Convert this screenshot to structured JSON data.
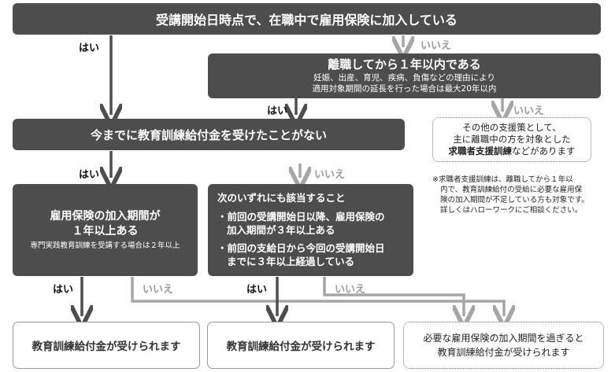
{
  "top": {
    "question": "受講開始日時点で、在職中で雇用保険に加入している"
  },
  "left_branch": {
    "yes_label": "はい"
  },
  "right_branch": {
    "no_label": "いいえ",
    "question_title": "離職してから１年以内である",
    "question_note_line1": "妊娠、出産、育児、疾病、負傷などの理由により",
    "question_note_line2": "適用対象期間の延長を行った場合は最大20年以内",
    "yes_label": "はい",
    "no_label_2": "いいえ"
  },
  "other_support": {
    "line1": "その他の支援策として、",
    "line2": "主に離職中の方を対象とした",
    "line3_bold": "求職者支援訓練",
    "line3_rest": "などがあります"
  },
  "footnote": {
    "line1": "※求職者支援訓練は、離職してから１年以",
    "line2": "内で、教育訓練給付の受給に必要な雇用保",
    "line3": "険の加入期間が不足している方も対象です。",
    "line4": "詳しくはハローワークにご相談ください。"
  },
  "middle": {
    "question": "今までに教育訓練給付金を受けたことがない",
    "yes_label": "はい",
    "no_label": "いいえ"
  },
  "box_a": {
    "line1": "雇用保険の加入期間が",
    "line2": "１年以上ある",
    "note": "専門実践教育訓練を受講する場合は２年以上",
    "yes_label": "はい",
    "no_label": "いいえ"
  },
  "box_b": {
    "heading": "次のいずれにも該当すること",
    "item1_line1": "・前回の受講開始日以降、雇用保険の",
    "item1_line2": "加入期間が３年以上ある",
    "item2_line1": "・前回の支給日から今回の受講開始日",
    "item2_line2": "までに３年以上経過している",
    "yes_label": "はい",
    "no_label": "いいえ"
  },
  "results": {
    "result1": "教育訓練給付金が受けられます",
    "result2": "教育訓練給付金が受けられます",
    "result3_line1": "必要な雇用保険の加入期間を過ぎると",
    "result3_line2": "教育訓練給付金が受けられます"
  },
  "colors": {
    "dark_box": "#4d4d4d",
    "yes_arrow": "#4d4d4d",
    "no_arrow": "#a6a6a6"
  }
}
